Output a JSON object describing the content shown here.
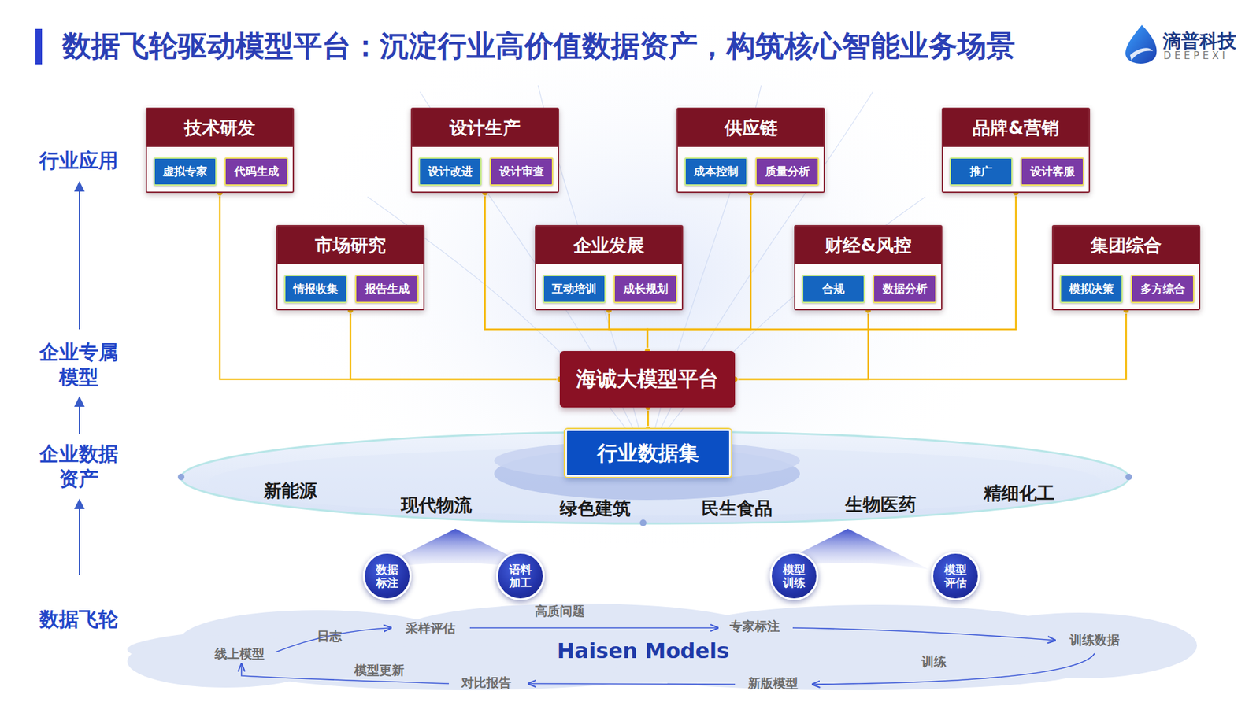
{
  "diagram": {
    "title": "数据飞轮驱动模型平台：沉淀行业高价值数据资产，构筑核心智能业务场景",
    "nodes": [
      {
        "text": [
          "技术研发"
        ]
      },
      {
        "text": [
          "虚拟专家"
        ],
        "in": 0
      },
      {
        "text": [
          "代码生成"
        ],
        "in": 0
      },
      {
        "text": [
          "设计生产"
        ]
      },
      {
        "text": [
          "设计改进"
        ],
        "in": 3
      },
      {
        "text": [
          "设计审查"
        ],
        "in": 3
      },
      {
        "text": [
          "供应链"
        ]
      },
      {
        "text": [
          "成本控制"
        ],
        "in": 6
      },
      {
        "text": [
          "质量分析"
        ],
        "in": 6
      },
      {
        "text": [
          "品牌&营销"
        ]
      },
      {
        "text": [
          "推广"
        ],
        "in": 9
      },
      {
        "text": [
          "设计客服"
        ],
        "in": 9
      },
      {
        "text": [
          "市场研究"
        ]
      },
      {
        "text": [
          "情报收集"
        ],
        "in": 12
      },
      {
        "text": [
          "报告生成"
        ],
        "in": 12
      },
      {
        "text": [
          "企业发展"
        ]
      },
      {
        "text": [
          "互动培训"
        ],
        "in": 15
      },
      {
        "text": [
          "成长规划"
        ],
        "in": 15
      },
      {
        "text": [
          "财经&风控"
        ]
      },
      {
        "text": [
          "合规"
        ],
        "in": 18
      },
      {
        "text": [
          "数据分析"
        ],
        "in": 18
      },
      {
        "text": [
          "集团综合"
        ]
      },
      {
        "text": [
          "模拟决策"
        ],
        "in": 21
      },
      {
        "text": [
          "多方综合"
        ],
        "in": 21
      },
      {
        "text": [
          "海诚大模型平台"
        ]
      },
      {
        "text": [
          "行业数据集"
        ]
      },
      {
        "text": [
          "数据标注"
        ]
      },
      {
        "text": [
          "语料加工"
        ]
      },
      {
        "text": [
          "模型训练"
        ]
      },
      {
        "text": [
          "模型评估"
        ]
      },
      {
        "text": [
          "Haisen Models"
        ]
      }
    ],
    "edges": [
      {
        "from": 0,
        "to": 24,
        "arrow": "none"
      },
      {
        "from": 12,
        "to": 24,
        "arrow": "none"
      },
      {
        "from": 3,
        "to": 24,
        "arrow": "none"
      },
      {
        "from": 15,
        "to": 24,
        "arrow": "none"
      },
      {
        "from": 6,
        "to": 24,
        "arrow": "none"
      },
      {
        "from": 9,
        "to": 24,
        "arrow": "none"
      },
      {
        "from": 18,
        "to": 24,
        "arrow": "none"
      },
      {
        "from": 21,
        "to": 24,
        "arrow": "none"
      },
      {
        "from": 24,
        "to": 25,
        "arrow": "none"
      }
    ],
    "labels": [
      "滴普科技",
      "DEEPEXI",
      "行业应用",
      "企业专属模型",
      "企业数据资产",
      "数据飞轮",
      "新能源",
      "现代物流",
      "绿色建筑",
      "民生食品",
      "生物医药",
      "精细化工",
      "线上模型",
      "日志",
      "采样评估",
      "高质问题",
      "专家标注",
      "训练数据",
      "训练",
      "新版模型",
      "对比报告",
      "模型更新"
    ]
  }
}
